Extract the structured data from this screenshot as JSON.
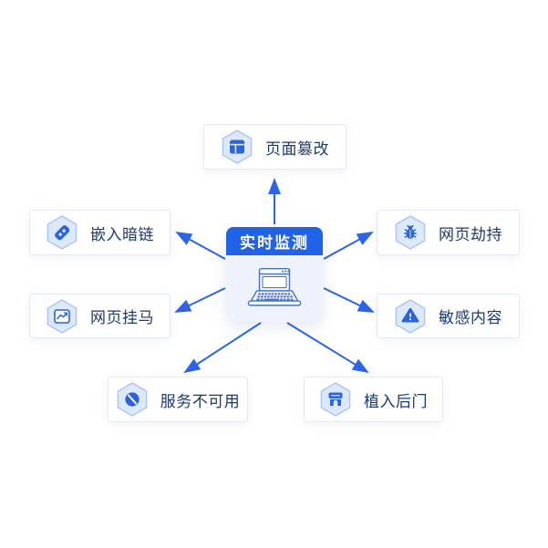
{
  "page": {
    "background": "#ffffff"
  },
  "colors": {
    "primary_blue": "#2a65e8",
    "header_blue": "#2262e6",
    "glyph_blue": "#2a62e0",
    "label_text": "#1c3a6e",
    "hexagon_fill": "#dce8fc",
    "hexagon_stroke": "#a9c3f2",
    "card_border": "#e4eaf4",
    "center_body_bg": "#edf2fb"
  },
  "center": {
    "title": "实时监测",
    "icon": "laptop-icon"
  },
  "nodes": [
    {
      "label": "页面篡改",
      "icon": "page-layout-icon",
      "position": "top"
    },
    {
      "label": "嵌入暗链",
      "icon": "link-icon",
      "position": "left-top"
    },
    {
      "label": "网页挂马",
      "icon": "trend-chart-icon",
      "position": "left-middle"
    },
    {
      "label": "网页劫持",
      "icon": "bug-icon",
      "position": "right-top"
    },
    {
      "label": "敏感内容",
      "icon": "warning-icon",
      "position": "right-middle"
    },
    {
      "label": "服务不可用",
      "icon": "block-icon",
      "position": "bottom-left"
    },
    {
      "label": "植入后门",
      "icon": "backdoor-icon",
      "position": "bottom-right"
    }
  ]
}
